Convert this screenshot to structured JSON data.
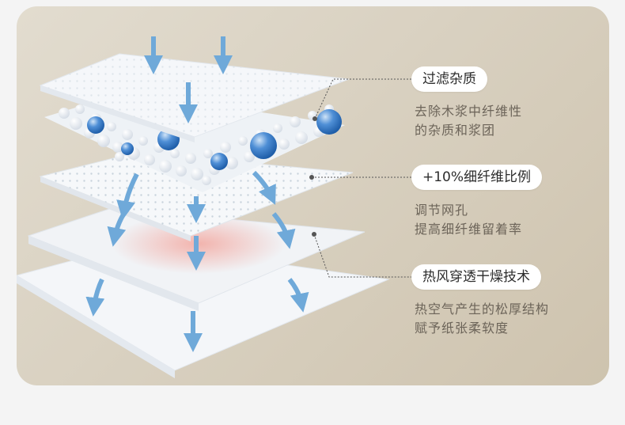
{
  "features": [
    {
      "label": "过滤杂质",
      "desc": [
        "去除木浆中纤维性",
        "的杂质和浆团"
      ]
    },
    {
      "label": "+10%细纤维比例",
      "desc": [
        "调节网孔",
        "提高细纤维留着率"
      ]
    },
    {
      "label": "热风穿透干燥技术",
      "desc": [
        "热空气产生的松厚结构",
        "赋予纸张柔软度"
      ]
    }
  ],
  "colors": {
    "arrow": "#6fa9d9",
    "bead": "#3f7fc8",
    "warm": "#f3b3ad",
    "leader": "#555555"
  }
}
